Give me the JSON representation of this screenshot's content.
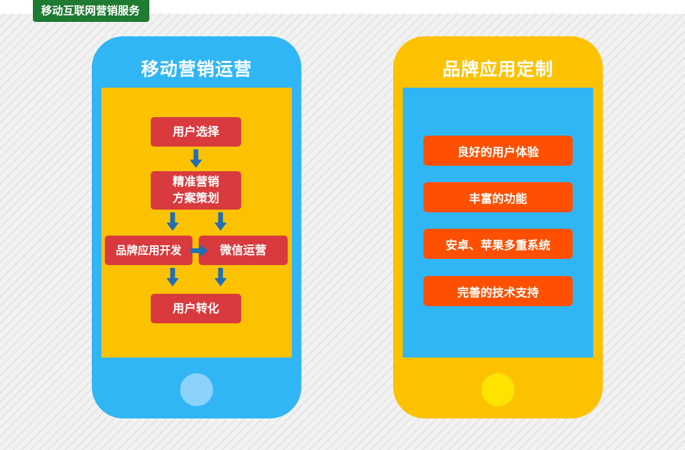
{
  "header": {
    "tag_label": "移动互联网营销服务"
  },
  "left_phone": {
    "title": "移动营销运营",
    "flow": {
      "step_user_select": "用户选择",
      "step_precision_line1": "精准营销",
      "step_precision_line2": "方案策划",
      "step_brand_app": "品牌应用开发",
      "step_wechat": "微信运营",
      "step_conversion": "用户转化"
    }
  },
  "right_phone": {
    "title": "品牌应用定制",
    "items": [
      "良好的用户体验",
      "丰富的功能",
      "安卓、苹果多重系统",
      "完善的技术支持"
    ]
  },
  "colors": {
    "blue": "#31b6f5",
    "yellow": "#fcc200",
    "red_box": "#d93a3d",
    "orange_button": "#fe5000",
    "green_tag": "#1f7a32",
    "arrow_blue": "#1f6fb5"
  }
}
